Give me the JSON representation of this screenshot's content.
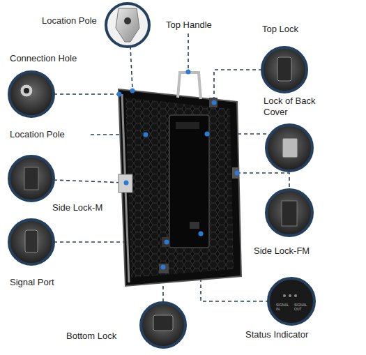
{
  "diagram": {
    "labels": [
      "Location Pole",
      "Top Handle",
      "Top Lock",
      "Connection Hole",
      "Lock of Back Cover",
      "Location Pole",
      "Side Lock-M",
      "Side Lock-FM",
      "Signal Port",
      "Status Indicator",
      "Bottom Lock",
      "SIGNAL IN",
      "SIGNAL OUT"
    ]
  }
}
